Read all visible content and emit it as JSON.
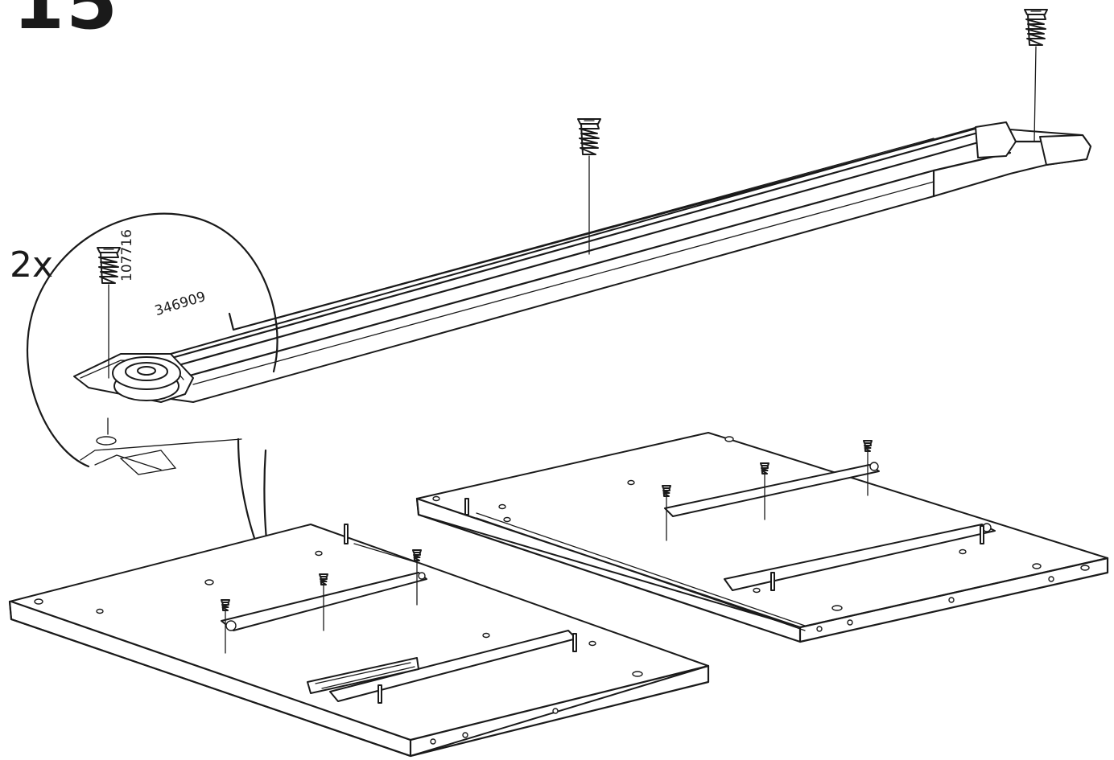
{
  "step_number": "15",
  "quantity_label": "2x",
  "part_numbers": [
    "107716",
    "346909"
  ],
  "colors": {
    "ink": "#1a1a1a",
    "background": "#ffffff"
  },
  "icons": [
    "screw-dowel-icon",
    "drawer-runner-icon",
    "panel-icon",
    "magnifier-callout-icon"
  ]
}
